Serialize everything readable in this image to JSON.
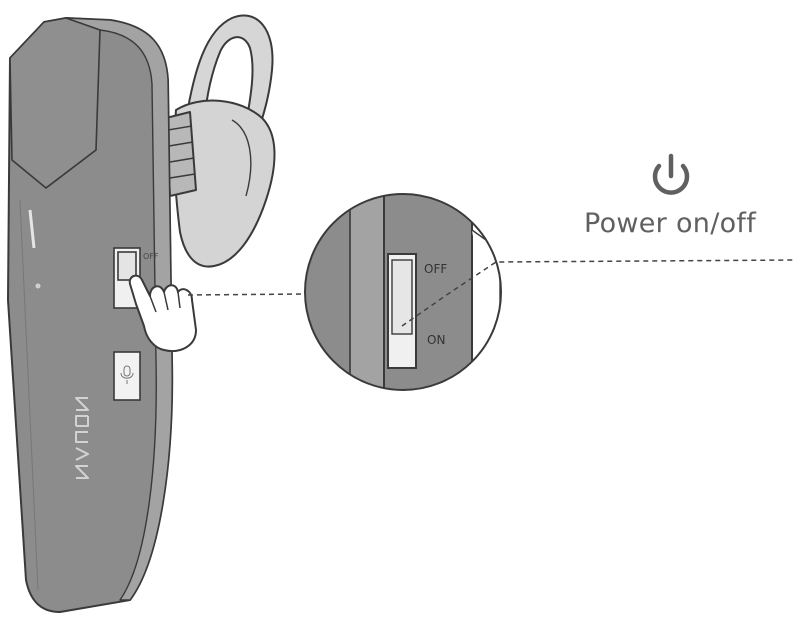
{
  "labels": {
    "device_off": "OFF",
    "zoom_off": "OFF",
    "zoom_on": "ON",
    "caption": "Power on/off"
  },
  "icons": {
    "power": "power-icon",
    "hand": "pointing-hand-icon",
    "mic": "microphone-icon"
  },
  "colors": {
    "body": "#8c8c8c",
    "body_dark": "#7a7a7a",
    "body_light": "#a3a3a3",
    "stroke": "#3a3a3a",
    "earhook": "#d4d4d4",
    "text": "#606060"
  }
}
